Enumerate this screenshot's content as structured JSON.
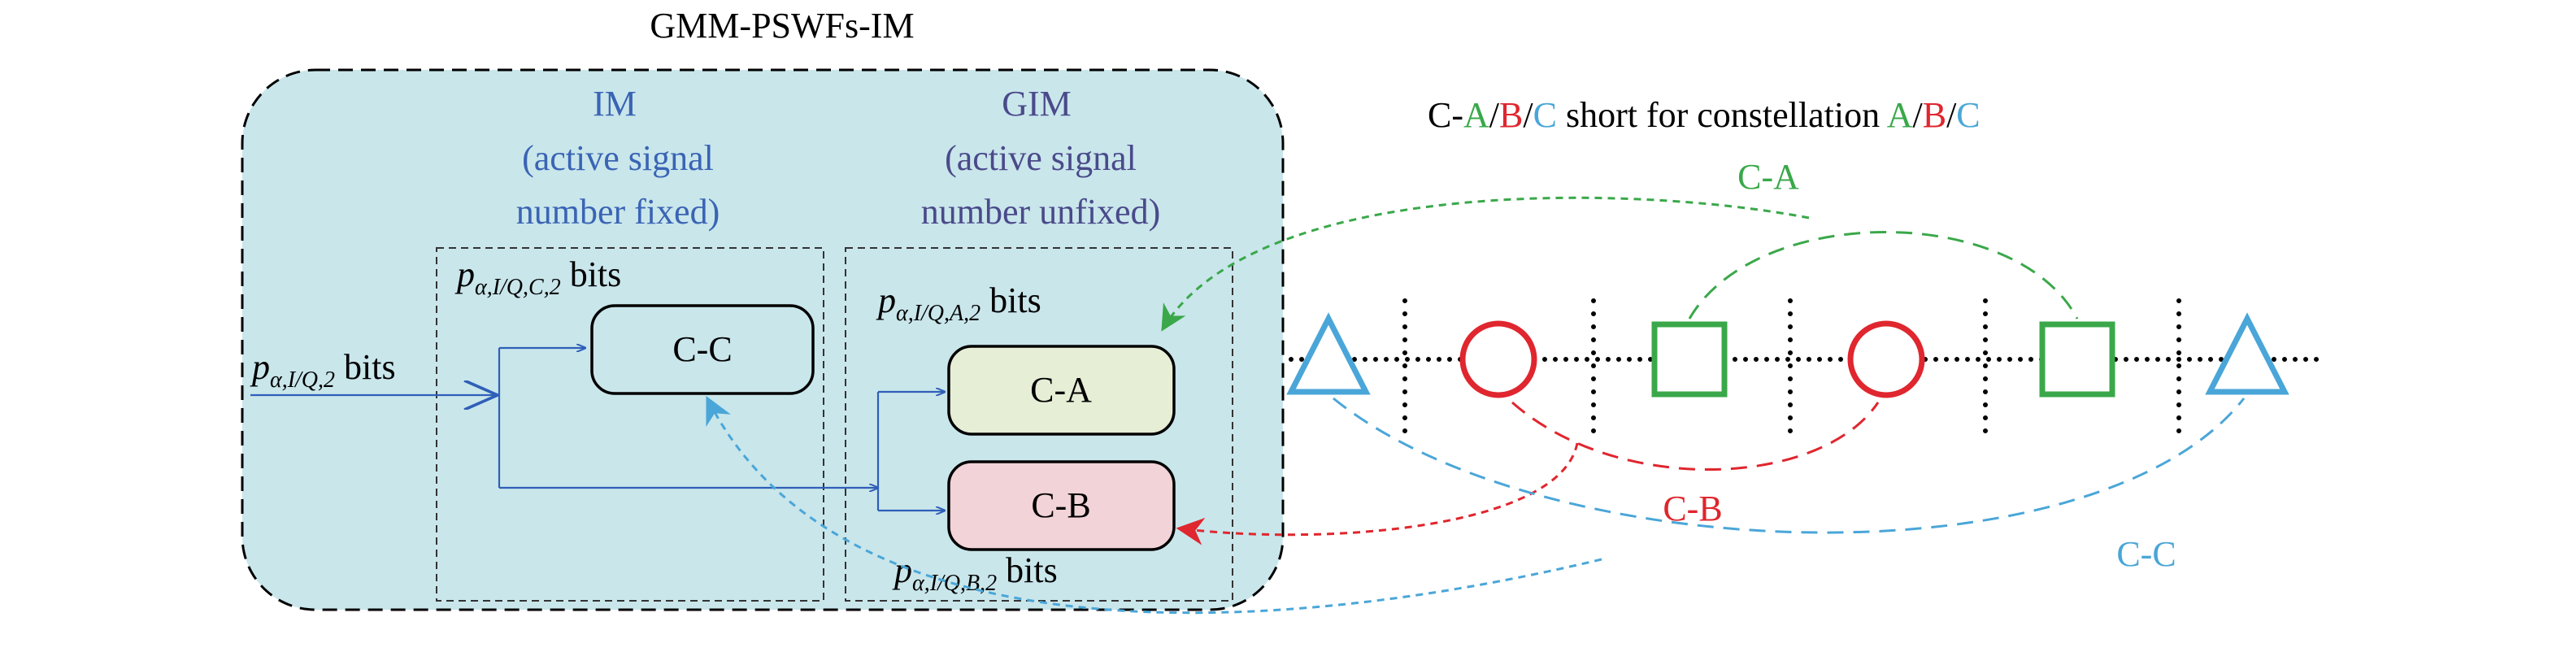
{
  "title": "GMM-PSWFs-IM",
  "im": {
    "title": "IM",
    "sub1": "(active signal",
    "sub2": "number fixed)"
  },
  "gim": {
    "title": "GIM",
    "sub1": "(active signal",
    "sub2": "number unfixed)"
  },
  "input_label": {
    "var": "p",
    "sub": "α,I/Q,2",
    "unit": " bits"
  },
  "im_label": {
    "var": "p",
    "sub": "α,I/Q,C,2",
    "unit": " bits"
  },
  "gim_a_label": {
    "var": "p",
    "sub": "α,I/Q,A,2",
    "unit": " bits"
  },
  "gim_b_label": {
    "var": "p",
    "sub": "α,I/Q,B,2",
    "unit": " bits"
  },
  "blocks": {
    "cc": "C-C",
    "ca": "C-A",
    "cb": "C-B"
  },
  "legend": {
    "prefix": "C-",
    "a": "A",
    "slash": "/",
    "b": "B",
    "c": "C",
    "middle": " short for constellation "
  },
  "arc_labels": {
    "ca": "C-A",
    "cb": "C-B",
    "cc": "C-C"
  },
  "symbols": [
    "triangle",
    "circle",
    "square",
    "circle",
    "square",
    "triangle"
  ],
  "colors": {
    "outer_fill": "#c9e6eb",
    "im_text": "#3a64b4",
    "gim_text": "#4a4a8a",
    "arrow_blue": "#2f5fb8",
    "green": "#3aa84a",
    "red": "#e0262e",
    "light_blue": "#4aa6d8",
    "ca_fill": "#e6eed6",
    "cb_fill": "#f2d3d8"
  }
}
